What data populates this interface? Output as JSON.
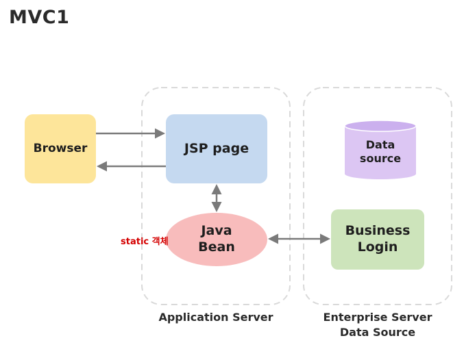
{
  "title": "MVC1",
  "nodes": {
    "browser": "Browser",
    "jsp_page": "JSP page",
    "java_bean": [
      "Java",
      "Bean"
    ],
    "business_login": [
      "Business",
      "Login"
    ],
    "data_source": [
      "Data",
      "source"
    ]
  },
  "annotation": "static 객체",
  "containers": {
    "application_server": "Application Server",
    "enterprise_server": [
      "Enterprise Server",
      "Data Source"
    ]
  },
  "colors": {
    "browser": "#fde59a",
    "jsp_page": "#c5d9f0",
    "java_bean": "#f8bcbc",
    "business_login": "#cde4bb",
    "data_source": "#dcc6f3",
    "arrow": "#7a7a7a",
    "annotation": "#d40000",
    "container_border": "#d9d9d9"
  }
}
